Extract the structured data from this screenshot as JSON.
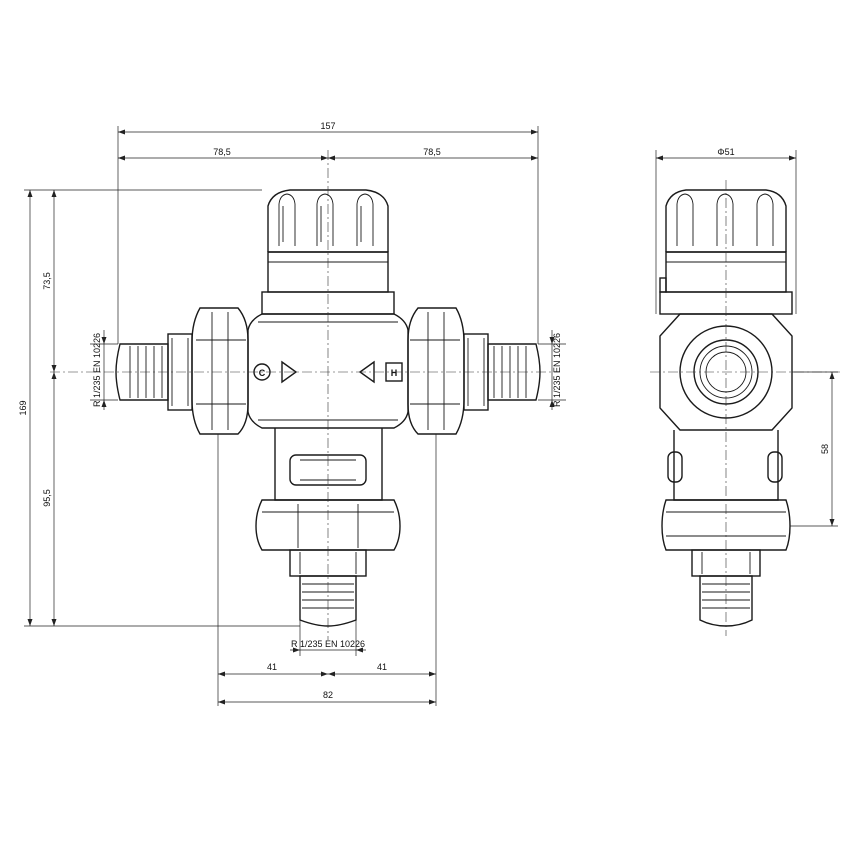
{
  "dimensions": {
    "overall_width": "157",
    "left_half": "78,5",
    "right_half": "78,5",
    "top_height": "73,5",
    "bottom_height": "95,5",
    "total_height": "169",
    "bottom_width": "82",
    "bottom_left": "41",
    "bottom_right": "41",
    "side_diameter": "Φ51",
    "side_height": "58"
  },
  "threads": {
    "left": "R 1/235 EN 10226",
    "right": "R 1/235 EN 10226",
    "bottom": "R 1/235 EN 10226"
  },
  "port_marks": {
    "cold": "C",
    "hot": "H"
  }
}
